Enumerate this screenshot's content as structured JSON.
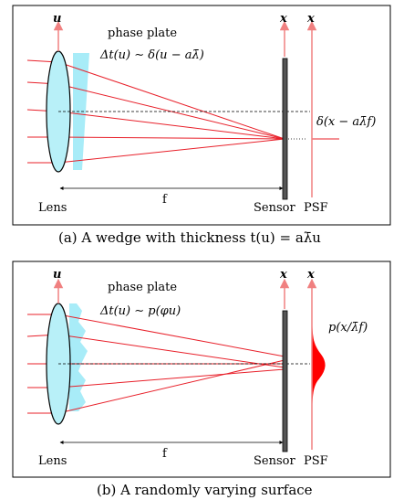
{
  "panel_a": {
    "axis_u": "u",
    "axis_x_sensor": "x",
    "axis_x_psf": "x",
    "phase_plate": "phase plate",
    "equation": "Δt(u) ∼ δ(u − aλ̄)",
    "psf_expression": "δ(x − aλ̄f)",
    "lens_label": "Lens",
    "focal_label": "f",
    "sensor_label": "Sensor",
    "psf_label": "PSF",
    "caption": "(a)  A wedge with thickness t(u) = aλ̄u"
  },
  "panel_b": {
    "axis_u": "u",
    "axis_x_sensor": "x",
    "axis_x_psf": "x",
    "phase_plate": "phase plate",
    "equation": "Δt(u) ∼ p(φu)",
    "psf_expression": "p(x/λ̄f)",
    "lens_label": "Lens",
    "focal_label": "f",
    "sensor_label": "Sensor",
    "psf_label": "PSF",
    "caption": "(b)  A randomly varying surface"
  },
  "colors": {
    "ray": "#e8202a",
    "lens_fill": "#b8f0f8",
    "plate_fill": "#a8ecf8",
    "arrow": "#f08080",
    "sensor": "#555555",
    "psf_fill": "#ff0000"
  }
}
